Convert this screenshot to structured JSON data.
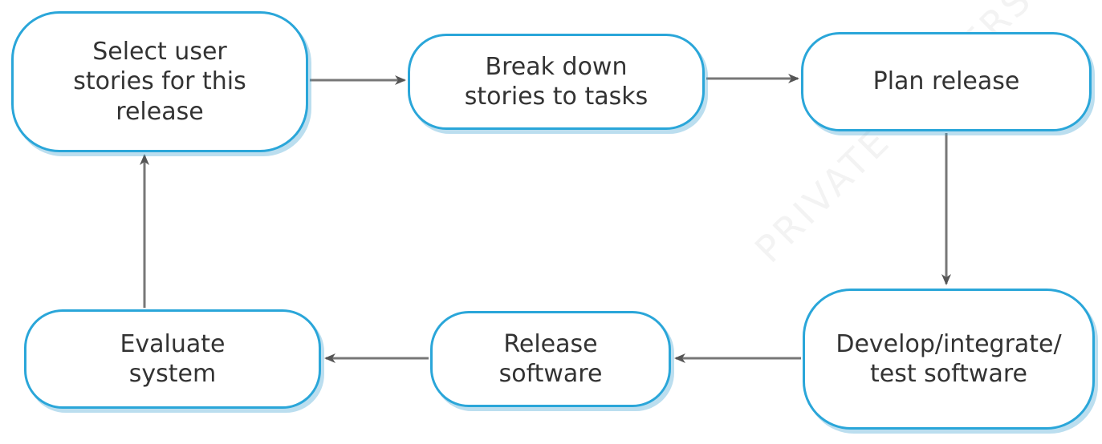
{
  "diagram": {
    "accent_color": "#2aa6d9",
    "arrow_color": "#555555",
    "watermark": "PRIVATE UNIVERSITY",
    "nodes": {
      "select": "Select user\nstories for this\nrelease",
      "break_down": "Break down\nstories to tasks",
      "plan": "Plan release",
      "develop": "Develop/integrate/\ntest software",
      "release": "Release\nsoftware",
      "evaluate": "Evaluate\nsystem"
    }
  }
}
